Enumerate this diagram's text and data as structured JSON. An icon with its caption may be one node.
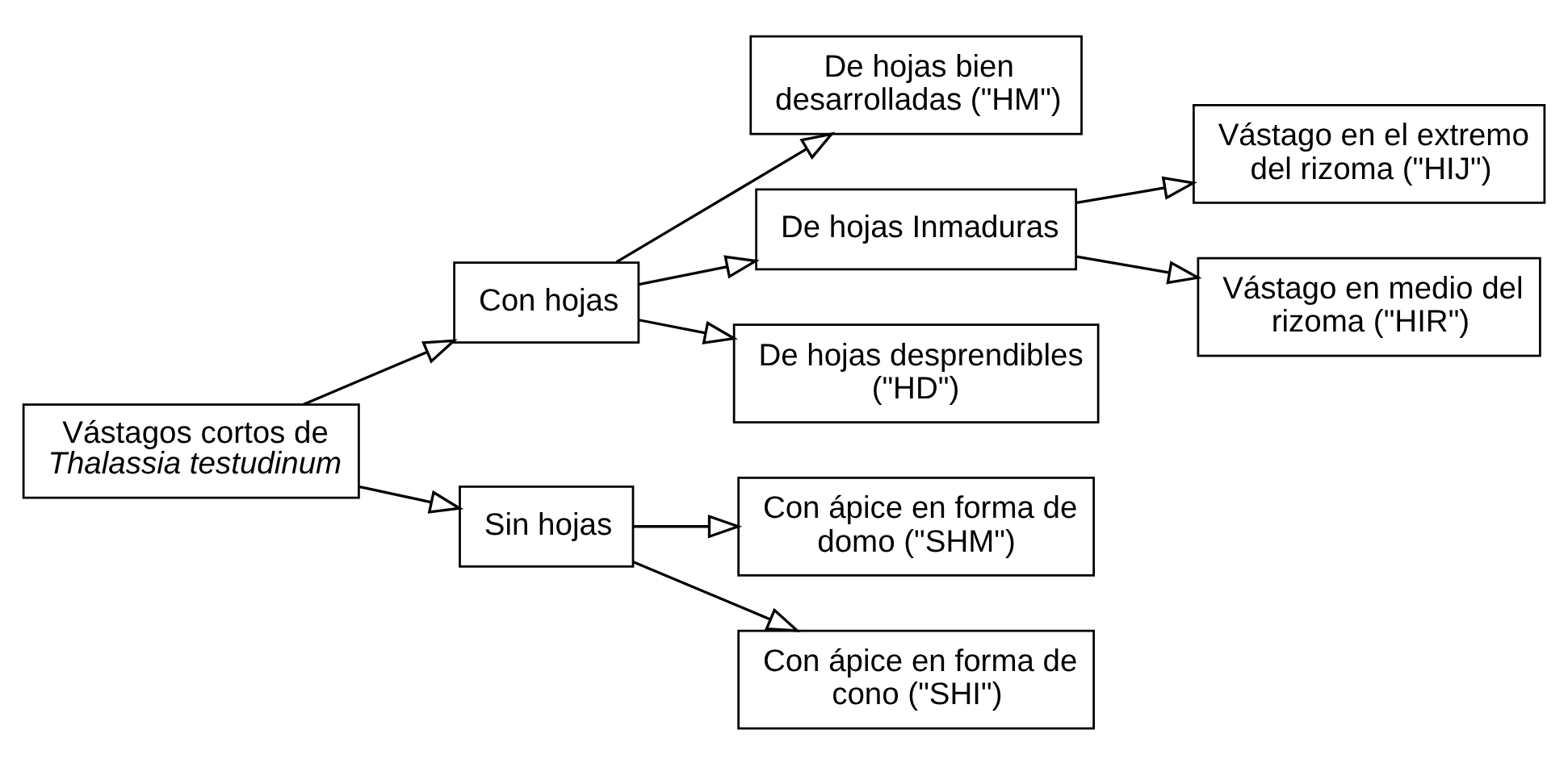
{
  "diagram": {
    "nodes": [
      {
        "text": [
          "Vástagos cortos de *Thalassia testudinum*"
        ]
      },
      {
        "text": [
          "Con hojas"
        ]
      },
      {
        "text": [
          "Sin hojas"
        ]
      },
      {
        "text": [
          "De hojas bien desarrolladas (\"HM\")"
        ]
      },
      {
        "text": [
          "De hojas Inmaduras"
        ]
      },
      {
        "text": [
          "De hojas desprendibles (\"HD\")"
        ]
      },
      {
        "text": [
          "Vástago en el extremo del rizoma (\"HIJ\")"
        ]
      },
      {
        "text": [
          "Vástago en medio del rizoma (\"HIR\")"
        ]
      },
      {
        "text": [
          "Con ápice en forma de domo (\"SHM\")"
        ]
      },
      {
        "text": [
          "Con ápice en forma de cono (\"SHI\")"
        ]
      }
    ],
    "edges": [
      {
        "from": 0,
        "to": 1,
        "arrow": "to"
      },
      {
        "from": 0,
        "to": 2,
        "arrow": "to"
      },
      {
        "from": 1,
        "to": 3,
        "arrow": "to"
      },
      {
        "from": 1,
        "to": 4,
        "arrow": "to"
      },
      {
        "from": 1,
        "to": 5,
        "arrow": "to"
      },
      {
        "from": 4,
        "to": 6,
        "arrow": "to"
      },
      {
        "from": 4,
        "to": 7,
        "arrow": "to"
      },
      {
        "from": 2,
        "to": 8,
        "arrow": "to"
      },
      {
        "from": 2,
        "to": 9,
        "arrow": "to"
      }
    ]
  }
}
